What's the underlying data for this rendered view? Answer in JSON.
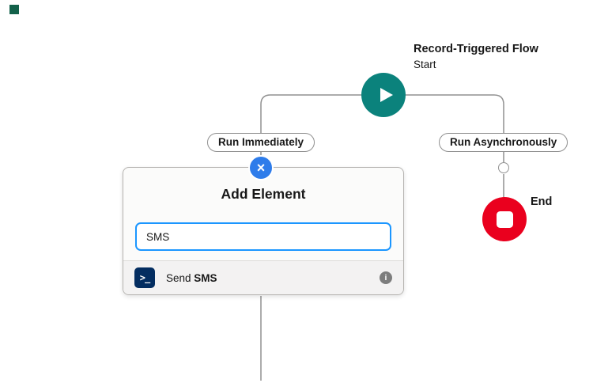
{
  "colors": {
    "start_teal": "#0b827c",
    "end_red": "#ea001e",
    "badge_blue": "#2e7cea",
    "input_focus_blue": "#1b96ff",
    "action_icon_navy": "#032d60",
    "connector_gray": "#919191",
    "marker_green": "#13614a"
  },
  "icons": {
    "close_glyph": "×",
    "terminal_glyph": ">_",
    "info_glyph": "i"
  },
  "flow": {
    "start": {
      "title": "Record-Triggered Flow",
      "subtitle": "Start"
    },
    "branches": [
      {
        "label": "Run Immediately"
      },
      {
        "label": "Run Asynchronously"
      }
    ],
    "end": {
      "label": "End"
    }
  },
  "add_element_panel": {
    "title": "Add Element",
    "search": {
      "value": "SMS"
    },
    "results": [
      {
        "prefix": "Send ",
        "highlight": "SMS"
      }
    ]
  }
}
